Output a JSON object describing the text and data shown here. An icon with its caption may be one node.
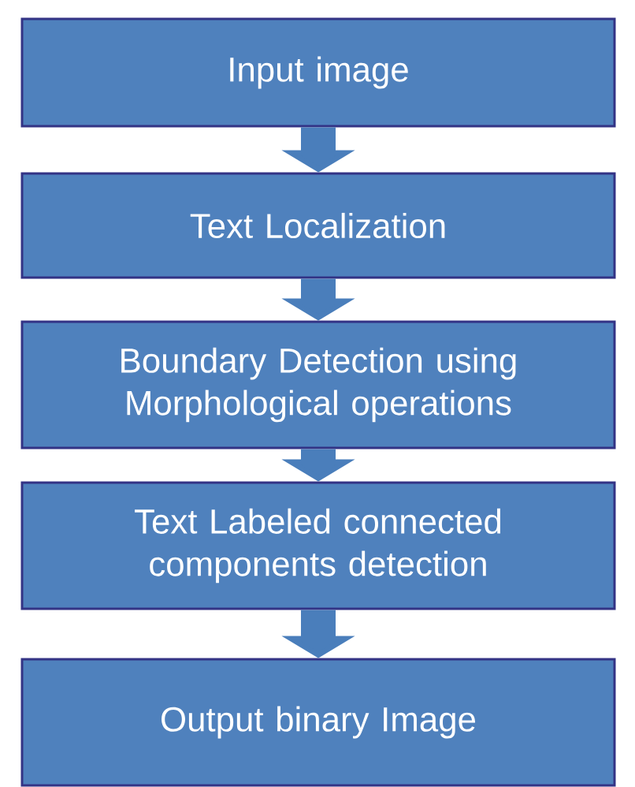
{
  "diagram": {
    "nodes": [
      {
        "text": [
          "Input image"
        ]
      },
      {
        "text": [
          "Text Localization"
        ]
      },
      {
        "text": [
          "Boundary Detection using Morphological operations"
        ]
      },
      {
        "text": [
          "Text Labeled connected components detection"
        ]
      },
      {
        "text": [
          "Output binary Image"
        ]
      }
    ],
    "edges": [
      {
        "from": 0,
        "to": 1,
        "arrow": "to"
      },
      {
        "from": 1,
        "to": 2,
        "arrow": "to"
      },
      {
        "from": 2,
        "to": 3,
        "arrow": "to"
      },
      {
        "from": 3,
        "to": 4,
        "arrow": "to"
      }
    ]
  }
}
